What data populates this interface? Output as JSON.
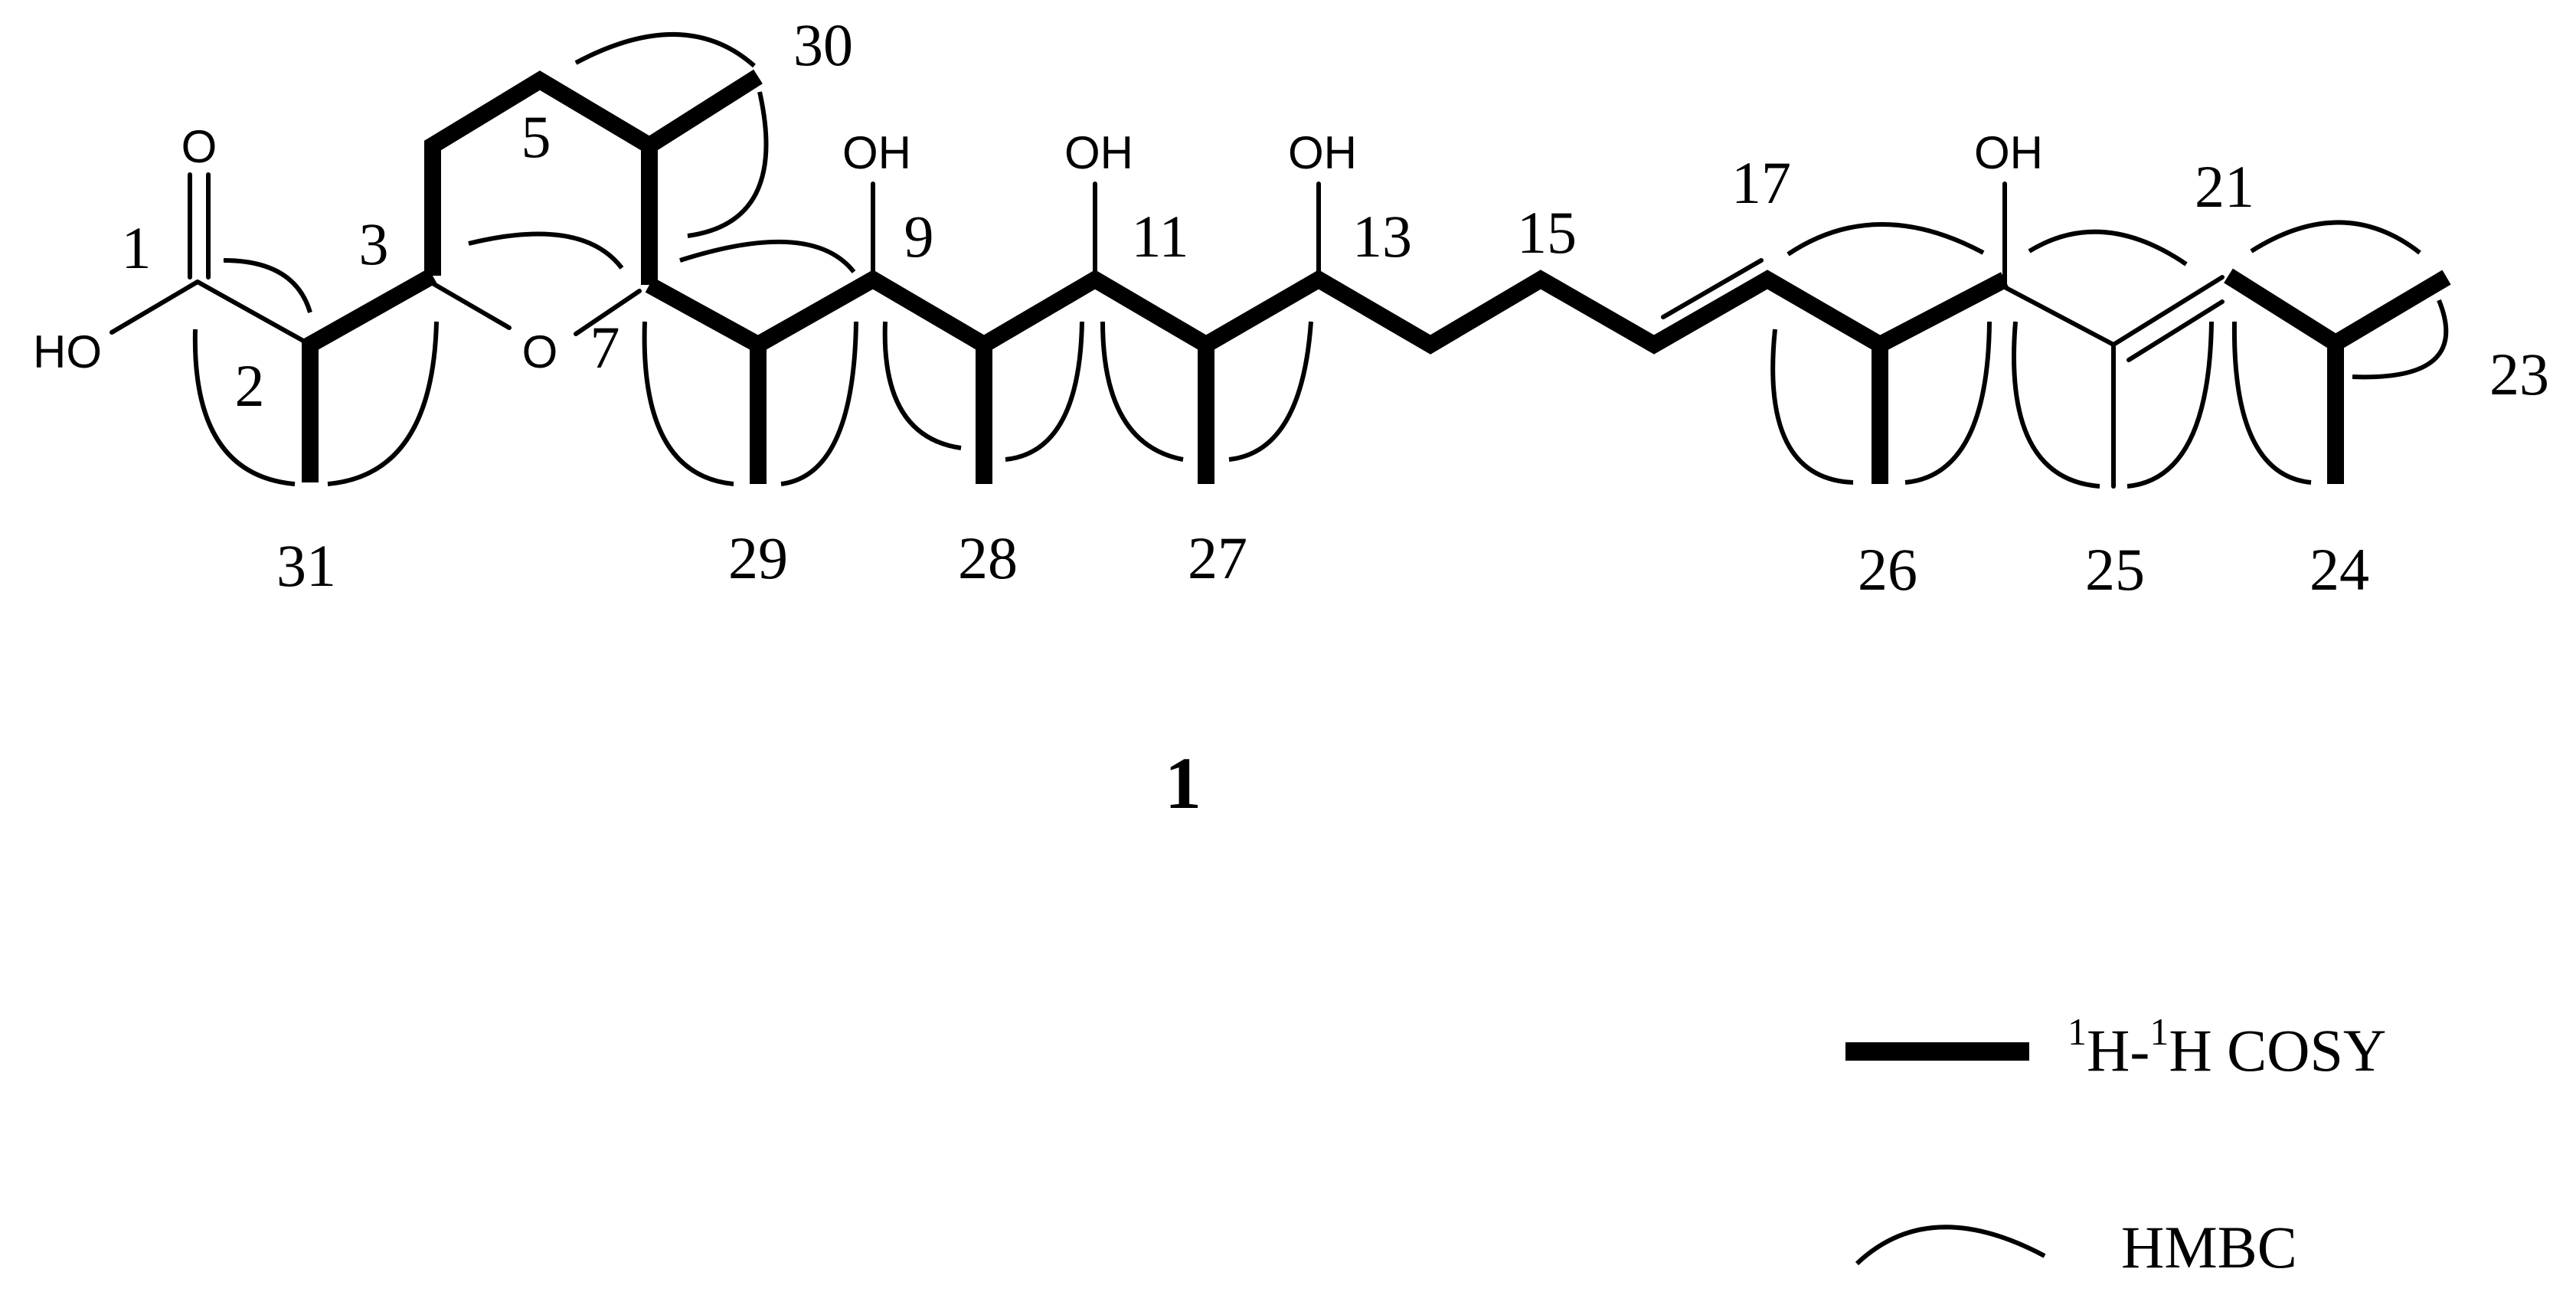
{
  "compound_label": "1",
  "atoms": {
    "carbonyl_o": "O",
    "acid_oh": "HO",
    "ring_o": "O",
    "oh9": "OH",
    "oh11": "OH",
    "oh13": "OH",
    "oh19": "OH"
  },
  "numbers": {
    "n1": "1",
    "n2": "2",
    "n3": "3",
    "n5": "5",
    "n7": "7",
    "n9": "9",
    "n11": "11",
    "n13": "13",
    "n15": "15",
    "n17": "17",
    "n21": "21",
    "n23": "23",
    "n24": "24",
    "n25": "25",
    "n26": "26",
    "n27": "27",
    "n28": "28",
    "n29": "29",
    "n30": "30",
    "n31": "31"
  },
  "legend": {
    "cosy_sup1": "1",
    "cosy_h1": "H-",
    "cosy_sup2": "1",
    "cosy_h2": "H COSY",
    "hmbc": "HMBC"
  }
}
